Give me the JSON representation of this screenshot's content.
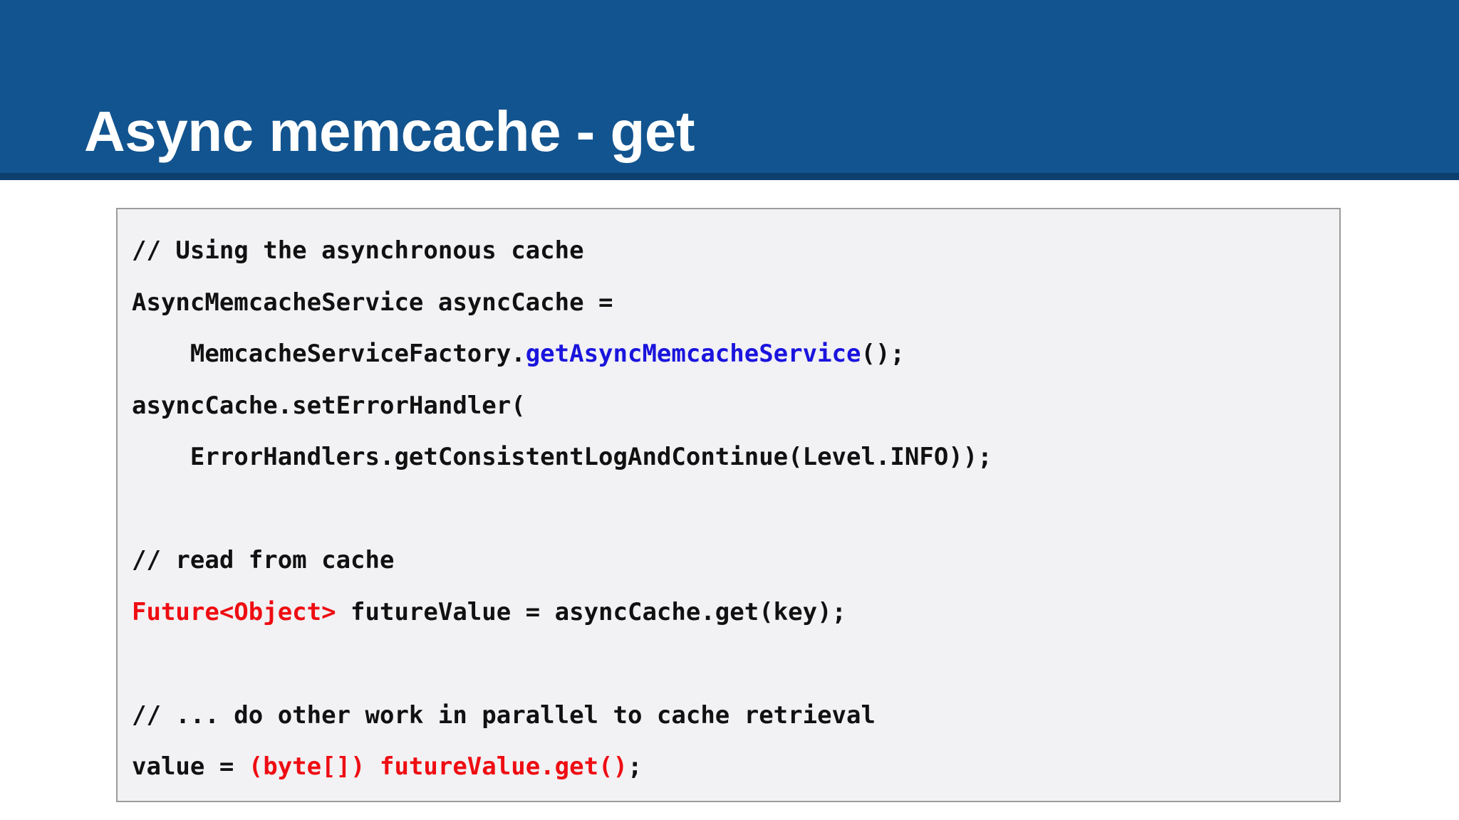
{
  "slide": {
    "title": "Async memcache - get",
    "header_color": "#12548F",
    "header_underline_color": "#0C3E6E",
    "title_color": "#FFFFFF",
    "background_color": "#FFFFFF"
  },
  "code_block": {
    "background_color": "#F2F1F4",
    "border_color": "#9C9C9C",
    "default_text_color": "#111111",
    "accent_blue": "#1A14DD",
    "accent_red": "#EE0D12",
    "lines": [
      {
        "id": "line-1",
        "segments": [
          {
            "text": "// Using the asynchronous cache",
            "color": "plain"
          }
        ]
      },
      {
        "id": "line-2",
        "segments": [
          {
            "text": "AsyncMemcacheService asyncCache =",
            "color": "plain"
          }
        ]
      },
      {
        "id": "line-3",
        "segments": [
          {
            "text": "    MemcacheServiceFactory.",
            "color": "plain"
          },
          {
            "text": "getAsyncMemcacheService",
            "color": "blue"
          },
          {
            "text": "();",
            "color": "plain"
          }
        ]
      },
      {
        "id": "line-4",
        "segments": [
          {
            "text": "asyncCache.setErrorHandler(",
            "color": "plain"
          }
        ]
      },
      {
        "id": "line-5",
        "segments": [
          {
            "text": "    ErrorHandlers.getConsistentLogAndContinue(Level.INFO));",
            "color": "plain"
          }
        ]
      },
      {
        "id": "line-6",
        "segments": [
          {
            "text": "",
            "color": "plain"
          }
        ]
      },
      {
        "id": "line-7",
        "segments": [
          {
            "text": "// read from cache",
            "color": "plain"
          }
        ]
      },
      {
        "id": "line-8",
        "segments": [
          {
            "text": "Future<Object>",
            "color": "red"
          },
          {
            "text": " futureValue = asyncCache.get(key);",
            "color": "plain"
          }
        ]
      },
      {
        "id": "line-9",
        "segments": [
          {
            "text": "",
            "color": "plain"
          }
        ]
      },
      {
        "id": "line-10",
        "segments": [
          {
            "text": "// ... do other work in parallel to cache retrieval",
            "color": "plain"
          }
        ]
      },
      {
        "id": "line-11",
        "segments": [
          {
            "text": "value = ",
            "color": "plain"
          },
          {
            "text": "(byte[]) futureValue.get()",
            "color": "red"
          },
          {
            "text": ";",
            "color": "plain"
          }
        ]
      }
    ]
  }
}
